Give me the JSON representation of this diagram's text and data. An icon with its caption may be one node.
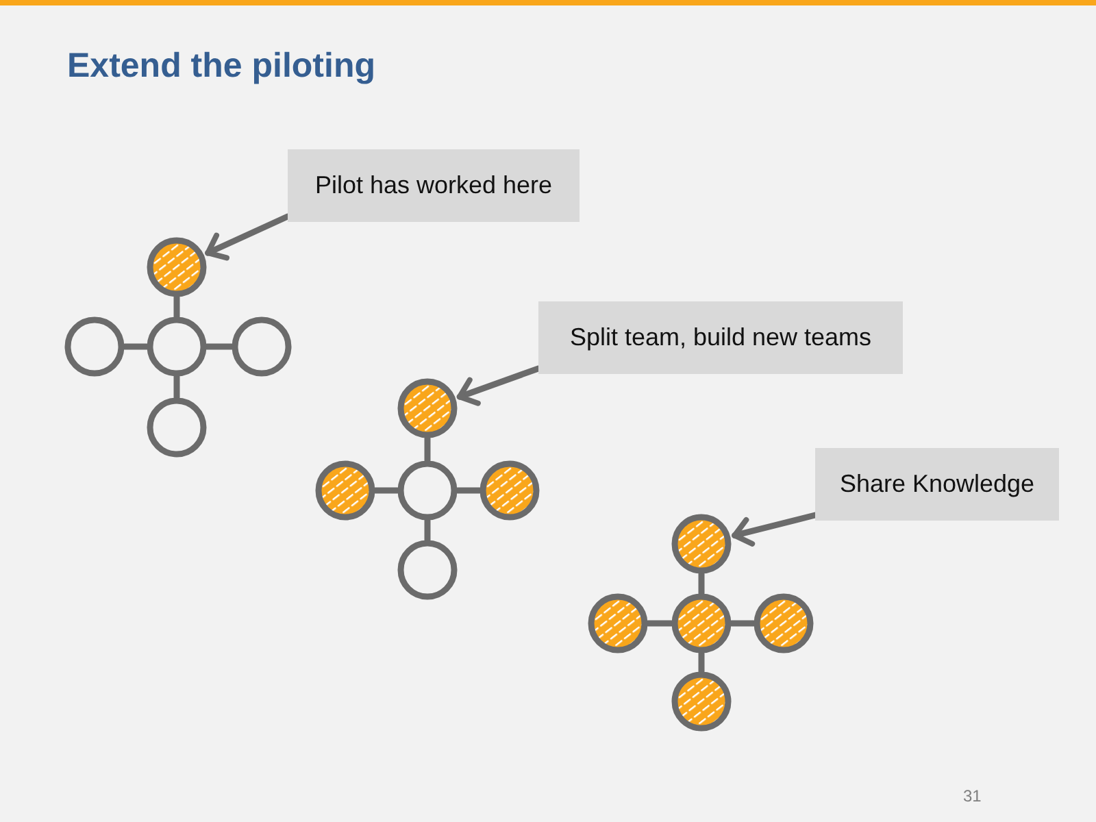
{
  "diagram": {
    "title": "Extend the piloting",
    "nodes": [
      {
        "text": [
          "Pilot has worked here"
        ]
      },
      {
        "text": [],
        "shape": "circle"
      },
      {
        "text": [],
        "shape": "ring"
      },
      {
        "text": [],
        "shape": "ring"
      },
      {
        "text": [],
        "shape": "ring"
      },
      {
        "text": [],
        "shape": "ring"
      },
      {
        "text": [
          "Split team, build new teams"
        ]
      },
      {
        "text": [],
        "shape": "circle"
      },
      {
        "text": [],
        "shape": "circle"
      },
      {
        "text": [],
        "shape": "ring"
      },
      {
        "text": [],
        "shape": "circle"
      },
      {
        "text": [],
        "shape": "ring"
      },
      {
        "text": [
          "Share Knowledge"
        ]
      },
      {
        "text": [],
        "shape": "circle"
      },
      {
        "text": [],
        "shape": "circle"
      },
      {
        "text": [],
        "shape": "circle"
      },
      {
        "text": [],
        "shape": "circle"
      },
      {
        "text": [],
        "shape": "circle"
      }
    ],
    "edges": [
      {
        "from": 0,
        "to": 1,
        "arrow": "to"
      },
      {
        "from": 3,
        "to": 1,
        "arrow": "none"
      },
      {
        "from": 3,
        "to": 2,
        "arrow": "none"
      },
      {
        "from": 3,
        "to": 4,
        "arrow": "none"
      },
      {
        "from": 3,
        "to": 5,
        "arrow": "none"
      },
      {
        "from": 6,
        "to": 7,
        "arrow": "to"
      },
      {
        "from": 9,
        "to": 7,
        "arrow": "none"
      },
      {
        "from": 9,
        "to": 8,
        "arrow": "none"
      },
      {
        "from": 9,
        "to": 10,
        "arrow": "none"
      },
      {
        "from": 9,
        "to": 11,
        "arrow": "none"
      },
      {
        "from": 12,
        "to": 13,
        "arrow": "to"
      },
      {
        "from": 15,
        "to": 13,
        "arrow": "none"
      },
      {
        "from": 15,
        "to": 14,
        "arrow": "none"
      },
      {
        "from": 15,
        "to": 16,
        "arrow": "none"
      },
      {
        "from": 15,
        "to": 17,
        "arrow": "none"
      }
    ],
    "labels": [
      "31"
    ]
  }
}
